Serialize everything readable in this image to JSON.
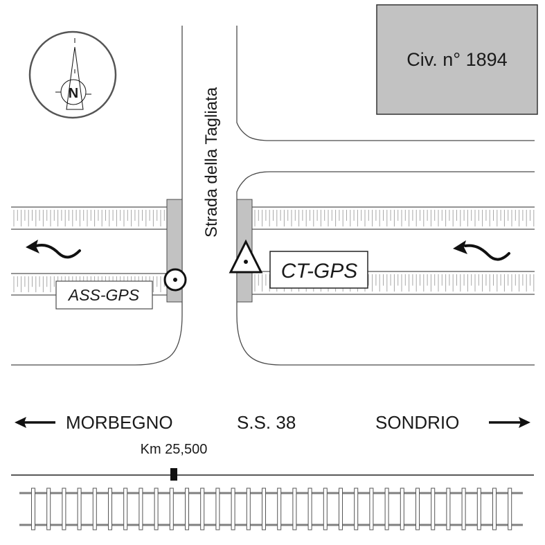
{
  "building": {
    "label": "Civ. n° 1894",
    "fill": "#c2c2c2"
  },
  "side_road": {
    "name": "Strada della Tagliata"
  },
  "markers": {
    "ass": {
      "label": "ASS-GPS",
      "symbol": "circle-dot-icon"
    },
    "ct": {
      "label": "CT-GPS",
      "symbol": "triangle-dot-icon"
    }
  },
  "compass": {
    "letter": "N"
  },
  "main_road": {
    "west_label": "MORBEGNO",
    "road_label": "S.S. 38",
    "east_label": "SONDRIO",
    "kilometer_label": "Km 25,500"
  },
  "colors": {
    "line": "#4a4a4a",
    "pier": "#c2c2c2",
    "rail": "#808080",
    "tick": "#a8a8a8"
  }
}
